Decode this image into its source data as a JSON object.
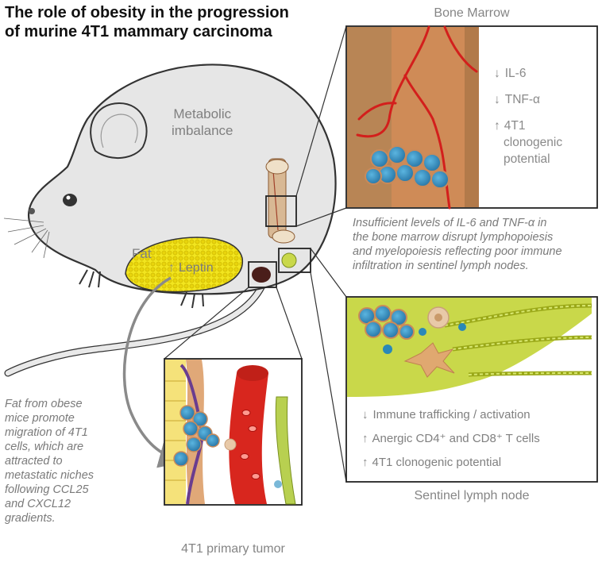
{
  "title_line1": "The role of obesity in the progression",
  "title_line2": "of murine 4T1 mammary carcinoma",
  "mouse": {
    "metabolic_line1": "Metabolic",
    "metabolic_line2": "imbalance",
    "fat_label": "Fat",
    "leptin_label": "Leptin"
  },
  "bone_marrow": {
    "panel_label": "Bone Marrow",
    "il6": "IL-6",
    "tnf": "TNF-α",
    "clonogenic_1": "4T1",
    "clonogenic_2": "clonogenic",
    "clonogenic_3": "potential"
  },
  "bm_note": [
    "Insufficient levels of IL-6 and TNF-α in",
    "the bone marrow disrupt lymphopoiesis",
    "and myelopoiesis reflecting poor immune",
    "infiltration in sentinel lymph nodes."
  ],
  "lymph_node": {
    "panel_label": "Sentinel lymph node",
    "item1": "Immune trafficking / activation",
    "item2": "Anergic CD4⁺ and CD8⁺ T cells",
    "item3": "4T1 clonogenic potential"
  },
  "fat_note": [
    "Fat from obese",
    "mice promote",
    "migration of 4T1",
    "cells, which are",
    "attracted to",
    "metastatic niches",
    "following CCL25",
    "and CXCL12",
    "gradients."
  ],
  "tumor": {
    "panel_label": "4T1 primary tumor"
  },
  "colors": {
    "mouse_body": "#e6e6e6",
    "mouse_outline": "#333333",
    "fat": "#f2e51e",
    "lymph_node_bg": "#c9d84a",
    "blood_vessel": "#d8261e",
    "bone": "#b97c4e",
    "tumor_cell": "#3a8fc0"
  }
}
